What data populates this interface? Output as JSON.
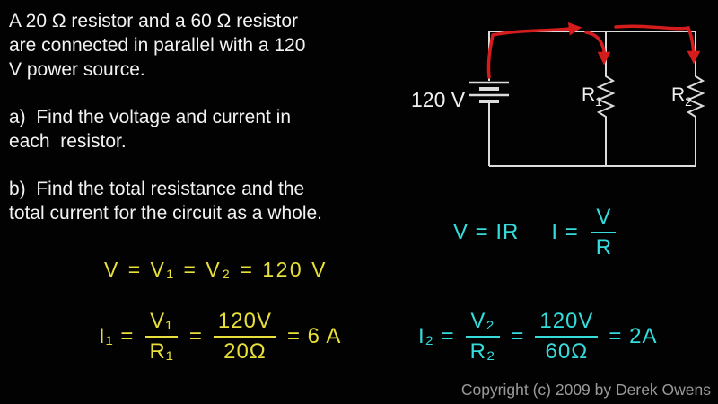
{
  "problem": {
    "statement_lines": [
      "A 20 Ω resistor and a 60 Ω resistor",
      "are connected in parallel with a 120",
      "V power source."
    ],
    "part_a_lines": [
      "a)  Find the voltage and current in",
      "each  resistor."
    ],
    "part_b_lines": [
      "b)  Find the total resistance and the",
      "total current for the circuit as a whole."
    ]
  },
  "circuit": {
    "source_label": "120 V",
    "r1_label": "R",
    "r1_sub": "1",
    "r2_label": "R",
    "r2_sub": "2"
  },
  "equations": {
    "ohms_law": "V = IR",
    "current_lhs": "I =",
    "current_num": "V",
    "current_den": "R",
    "voltage_line": "V = V₁ = V₂ = 120 V",
    "i1": {
      "lhs": "I₁ =",
      "num1": "V₁",
      "den1": "R₁",
      "eq": "=",
      "num2": "120V",
      "den2": "20Ω",
      "rhs": "= 6 A"
    },
    "i2": {
      "lhs": "I₂ =",
      "num1": "V₂",
      "den1": "R₂",
      "eq": "=",
      "num2": "120V",
      "den2": "60Ω",
      "rhs": "= 2A"
    }
  },
  "footer": {
    "copyright": "Copyright (c) 2009 by Derek Owens"
  },
  "colors": {
    "handwriting_yellow": "#e8df3a",
    "handwriting_cyan": "#35dcdc",
    "arrow_red": "#d41c1c",
    "wire": "#dcdcdc",
    "background": "#000000"
  }
}
